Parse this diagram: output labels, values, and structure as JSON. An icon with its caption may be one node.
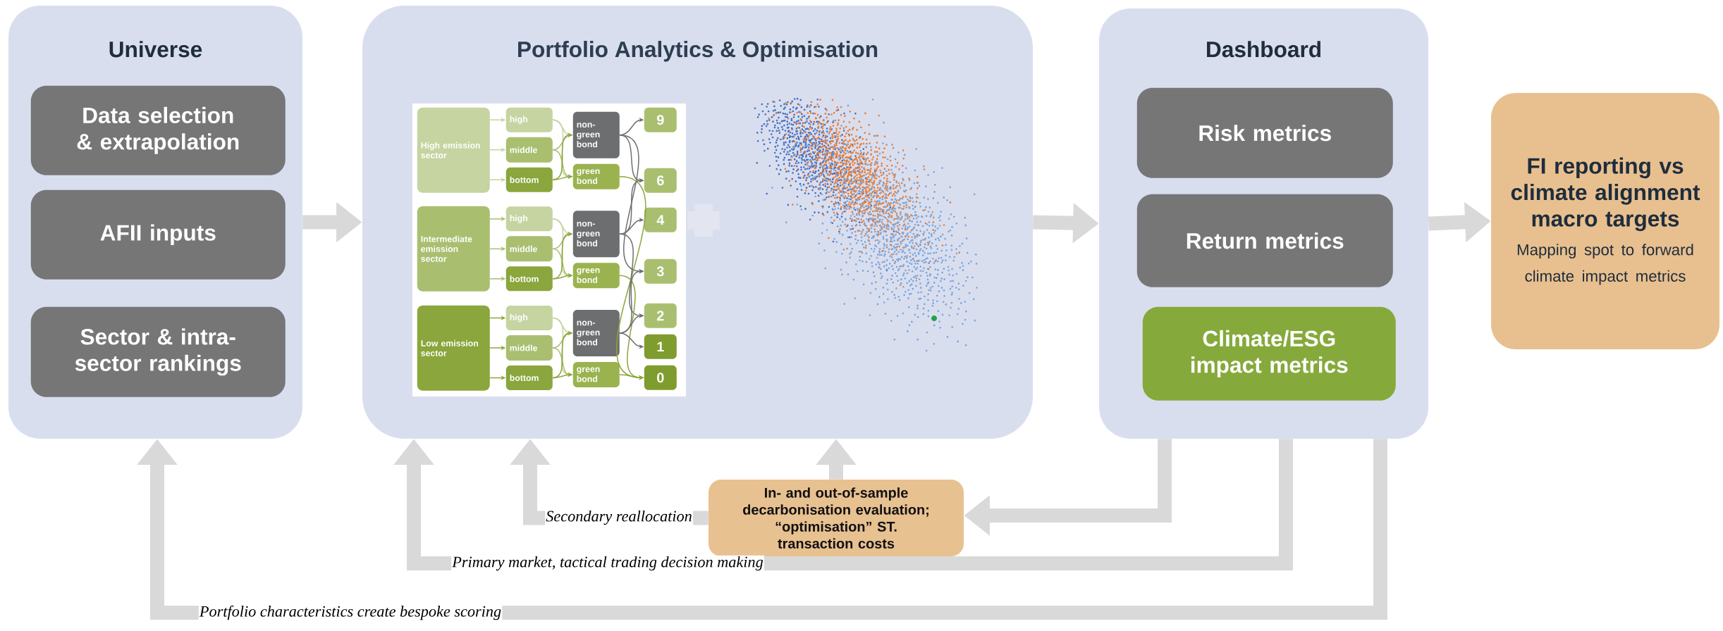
{
  "diagram": {
    "nodes": [
      {
        "text": [
          "Universe"
        ]
      },
      {
        "text": [
          "Data selection & extrapolation"
        ],
        "in": 0
      },
      {
        "text": [
          "AFII inputs"
        ],
        "in": 0
      },
      {
        "text": [
          "Sector & intra-sector rankings"
        ],
        "in": 0
      },
      {
        "text": [
          "Portfolio Analytics & Optimisation"
        ]
      },
      {
        "text": [
          "High emission sector"
        ],
        "in": 4
      },
      {
        "text": [
          "Intermediate emission sector"
        ],
        "in": 4
      },
      {
        "text": [
          "Low emission sector"
        ],
        "in": 4
      },
      {
        "text": [
          "high"
        ],
        "in": 4
      },
      {
        "text": [
          "middle"
        ],
        "in": 4
      },
      {
        "text": [
          "bottom"
        ],
        "in": 4
      },
      {
        "text": [
          "high"
        ],
        "in": 4
      },
      {
        "text": [
          "middle"
        ],
        "in": 4
      },
      {
        "text": [
          "bottom"
        ],
        "in": 4
      },
      {
        "text": [
          "high"
        ],
        "in": 4
      },
      {
        "text": [
          "middle"
        ],
        "in": 4
      },
      {
        "text": [
          "bottom"
        ],
        "in": 4
      },
      {
        "text": [
          "non-green bond"
        ],
        "in": 4
      },
      {
        "text": [
          "green bond"
        ],
        "in": 4
      },
      {
        "text": [
          "non-green bond"
        ],
        "in": 4
      },
      {
        "text": [
          "green bond"
        ],
        "in": 4
      },
      {
        "text": [
          "non-green bond"
        ],
        "in": 4
      },
      {
        "text": [
          "green bond"
        ],
        "in": 4
      },
      {
        "text": [
          "9"
        ],
        "in": 4
      },
      {
        "text": [
          "6"
        ],
        "in": 4
      },
      {
        "text": [
          "4"
        ],
        "in": 4
      },
      {
        "text": [
          "3"
        ],
        "in": 4
      },
      {
        "text": [
          "2"
        ],
        "in": 4
      },
      {
        "text": [
          "1"
        ],
        "in": 4
      },
      {
        "text": [
          "0"
        ],
        "in": 4
      },
      {
        "text": [
          "Dashboard"
        ]
      },
      {
        "text": [
          "Risk metrics"
        ],
        "in": 30
      },
      {
        "text": [
          "Return metrics"
        ],
        "in": 30
      },
      {
        "text": [
          "Climate/ESG impact metrics"
        ],
        "in": 30
      },
      {
        "text": [
          "FI reporting vs climate alignment macro targets",
          "Mapping spot to forward climate impact metrics"
        ]
      },
      {
        "text": [
          "In- and out-of-sample decarbonisation evaluation; “optimisation” ST. transaction costs"
        ]
      }
    ],
    "edges": [
      {
        "from": 0,
        "to": 4,
        "arrow": "to",
        "style": "thick",
        "color": "#d9d9d9"
      },
      {
        "from": 4,
        "to": 30,
        "arrow": "to",
        "style": "thick",
        "color": "#d9d9d9"
      },
      {
        "from": 30,
        "to": 34,
        "arrow": "to",
        "style": "thick",
        "color": "#d9d9d9"
      },
      {
        "from": 30,
        "to": 35,
        "arrow": "to",
        "style": "thick",
        "color": "#d9d9d9"
      },
      {
        "from": 35,
        "to": 4,
        "arrow": "to",
        "style": "thick",
        "color": "#d9d9d9"
      },
      {
        "from": 35,
        "to": 4,
        "arrow": "to",
        "style": "thick",
        "color": "#d9d9d9",
        "label": "Secondary reallocation"
      },
      {
        "from": 30,
        "to": 4,
        "arrow": "to",
        "style": "thick",
        "color": "#d9d9d9",
        "label": "Primary market, tactical trading decision making"
      },
      {
        "from": 30,
        "to": 0,
        "arrow": "to",
        "style": "thick",
        "color": "#d9d9d9",
        "label": "Portfolio characteristics create bespoke scoring"
      },
      {
        "from": 5,
        "to": 8,
        "arrow": "to",
        "color": "#c5d4a0"
      },
      {
        "from": 5,
        "to": 9,
        "arrow": "to",
        "color": "#c5d4a0"
      },
      {
        "from": 5,
        "to": 10,
        "arrow": "to",
        "color": "#c5d4a0"
      },
      {
        "from": 6,
        "to": 11,
        "arrow": "to",
        "color": "#a9bf6f"
      },
      {
        "from": 6,
        "to": 12,
        "arrow": "to",
        "color": "#a9bf6f"
      },
      {
        "from": 6,
        "to": 13,
        "arrow": "to",
        "color": "#a9bf6f"
      },
      {
        "from": 7,
        "to": 14,
        "arrow": "to"
      },
      {
        "from": 7,
        "to": 15,
        "arrow": "to"
      },
      {
        "from": 7,
        "to": 16,
        "arrow": "to"
      },
      {
        "from": 8,
        "to": 17,
        "arrow": "to",
        "color": "#c5d4a0"
      },
      {
        "from": 8,
        "to": 18,
        "arrow": "to",
        "color": "#c5d4a0"
      },
      {
        "from": 9,
        "to": 17,
        "arrow": "to",
        "color": "#a9bf6f"
      },
      {
        "from": 9,
        "to": 18,
        "arrow": "to",
        "color": "#a9bf6f"
      },
      {
        "from": 10,
        "to": 17,
        "arrow": "to"
      },
      {
        "from": 10,
        "to": 18,
        "arrow": "to"
      },
      {
        "from": 11,
        "to": 19,
        "arrow": "to",
        "color": "#c5d4a0"
      },
      {
        "from": 11,
        "to": 20,
        "arrow": "to",
        "color": "#c5d4a0"
      },
      {
        "from": 12,
        "to": 19,
        "arrow": "to",
        "color": "#a9bf6f"
      },
      {
        "from": 12,
        "to": 20,
        "arrow": "to",
        "color": "#a9bf6f"
      },
      {
        "from": 13,
        "to": 19,
        "arrow": "to"
      },
      {
        "from": 13,
        "to": 20,
        "arrow": "to"
      },
      {
        "from": 14,
        "to": 21,
        "arrow": "to",
        "color": "#c5d4a0"
      },
      {
        "from": 14,
        "to": 22,
        "arrow": "to",
        "color": "#c5d4a0"
      },
      {
        "from": 15,
        "to": 21,
        "arrow": "to",
        "color": "#a9bf6f"
      },
      {
        "from": 15,
        "to": 22,
        "arrow": "to",
        "color": "#a9bf6f"
      },
      {
        "from": 16,
        "to": 21,
        "arrow": "to"
      },
      {
        "from": 16,
        "to": 22,
        "arrow": "to"
      },
      {
        "from": 17,
        "to": 23,
        "arrow": "to",
        "color": "#6d6e70"
      },
      {
        "from": 17,
        "to": 24,
        "arrow": "to",
        "color": "#6d6e70"
      },
      {
        "from": 17,
        "to": 26,
        "arrow": "to",
        "color": "#6d6e70"
      },
      {
        "from": 18,
        "to": 29,
        "arrow": "to"
      },
      {
        "from": 19,
        "to": 24,
        "arrow": "to",
        "color": "#6d6e70"
      },
      {
        "from": 19,
        "to": 25,
        "arrow": "to",
        "color": "#6d6e70"
      },
      {
        "from": 19,
        "to": 27,
        "arrow": "to",
        "color": "#6d6e70"
      },
      {
        "from": 20,
        "to": 29,
        "arrow": "to"
      },
      {
        "from": 21,
        "to": 26,
        "arrow": "to",
        "color": "#6d6e70"
      },
      {
        "from": 21,
        "to": 27,
        "arrow": "to",
        "color": "#6d6e70"
      },
      {
        "from": 21,
        "to": 28,
        "arrow": "to",
        "color": "#6d6e70"
      },
      {
        "from": 22,
        "to": 29,
        "arrow": "to"
      }
    ]
  }
}
